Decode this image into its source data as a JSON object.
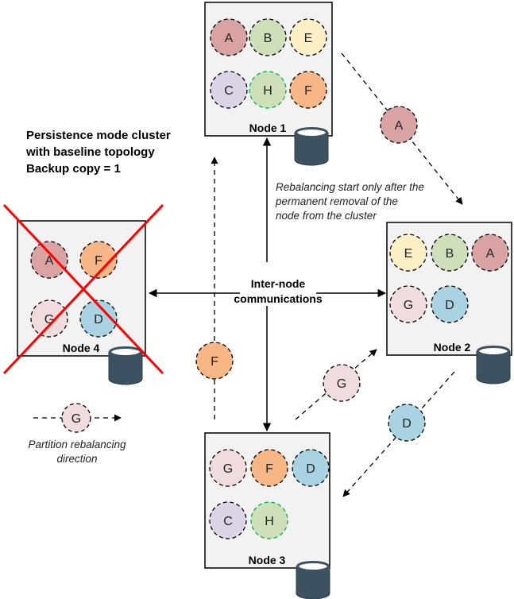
{
  "colors": {
    "A": "#d9a3a3",
    "B": "#cfdfba",
    "C": "#dcd4e6",
    "D": "#a9d3e2",
    "E": "#fdf0c6",
    "F": "#f6b685",
    "G": "#f0dcdc",
    "H": "#cfdfba",
    "partition_border": "#000000",
    "backup_border": "#00b050",
    "cross": "#ff0000",
    "storage": "#3d5260"
  },
  "heading": {
    "line1": "Persistence mode cluster",
    "line2": "with baseline topology",
    "line3": "Backup copy = 1"
  },
  "center": {
    "line1": "Inter-node",
    "line2": "communications"
  },
  "rebalance_note": {
    "line1": "Rebalancing start only after the",
    "line2": "permanent removal of the",
    "line3": "node from the cluster"
  },
  "legend": {
    "partition": "G",
    "line1": "Partition rebalancing",
    "line2": "direction"
  },
  "nodes": [
    {
      "id": "node1",
      "label": "Node 1",
      "failed": false,
      "partitions": [
        {
          "l": "A",
          "c": "A"
        },
        {
          "l": "B",
          "c": "B"
        },
        {
          "l": "E",
          "c": "E"
        },
        {
          "l": "C",
          "c": "C"
        },
        {
          "l": "H",
          "c": "H",
          "backup": true
        },
        {
          "l": "F",
          "c": "F"
        }
      ]
    },
    {
      "id": "node2",
      "label": "Node 2",
      "failed": false,
      "partitions": [
        {
          "l": "E",
          "c": "E"
        },
        {
          "l": "B",
          "c": "B"
        },
        {
          "l": "A",
          "c": "A"
        },
        {
          "l": "G",
          "c": "G"
        },
        {
          "l": "D",
          "c": "D"
        }
      ]
    },
    {
      "id": "node3",
      "label": "Node 3",
      "failed": false,
      "partitions": [
        {
          "l": "G",
          "c": "G"
        },
        {
          "l": "F",
          "c": "F"
        },
        {
          "l": "D",
          "c": "D"
        },
        {
          "l": "C",
          "c": "C"
        },
        {
          "l": "H",
          "c": "H",
          "backup": true
        }
      ]
    },
    {
      "id": "node4",
      "label": "Node 4",
      "failed": true,
      "partitions": [
        {
          "l": "A",
          "c": "A"
        },
        {
          "l": "F",
          "c": "F"
        },
        {
          "l": "G",
          "c": "G"
        },
        {
          "l": "D",
          "c": "D"
        }
      ]
    }
  ],
  "moving": [
    {
      "id": "move-a",
      "l": "A",
      "c": "A"
    },
    {
      "id": "move-f",
      "l": "F",
      "c": "F"
    },
    {
      "id": "move-g",
      "l": "G",
      "c": "G"
    },
    {
      "id": "move-d",
      "l": "D",
      "c": "D"
    }
  ]
}
